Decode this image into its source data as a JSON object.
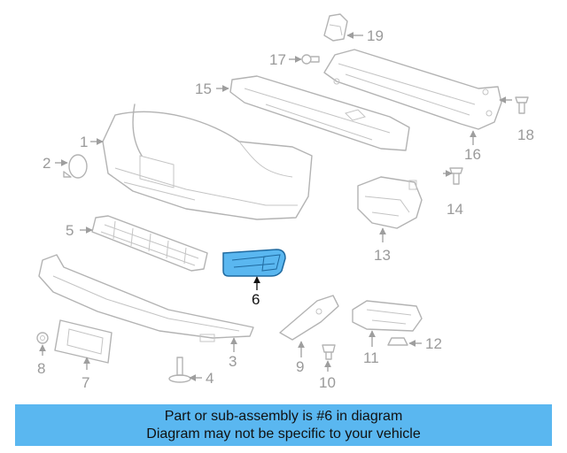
{
  "diagram": {
    "highlight_color": "#5ab7f0",
    "highlighted_part": "6",
    "callouts": {
      "c1": "1",
      "c2": "2",
      "c3": "3",
      "c4": "4",
      "c5": "5",
      "c6": "6",
      "c7": "7",
      "c8": "8",
      "c9": "9",
      "c10": "10",
      "c11": "11",
      "c12": "12",
      "c13": "13",
      "c14": "14",
      "c15": "15",
      "c16": "16",
      "c17": "17",
      "c18": "18",
      "c19": "19"
    }
  },
  "banner": {
    "line1": "Part or sub-assembly is #6 in diagram",
    "line2": "Diagram may not be specific to your vehicle"
  }
}
